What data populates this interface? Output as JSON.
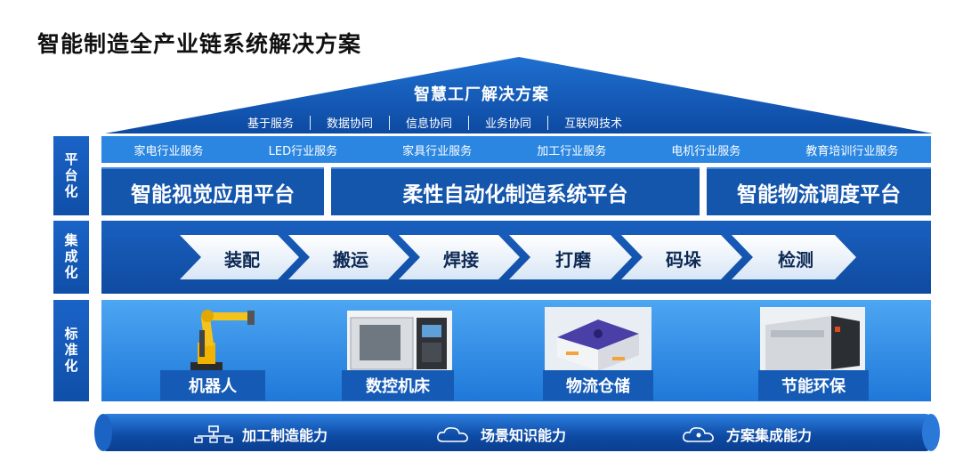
{
  "title": "智能制造全产业链系统解决方案",
  "roof": {
    "title": "智慧工厂解决方案",
    "items": [
      "基于服务",
      "数据协同",
      "信息协同",
      "业务协同",
      "互联网技术"
    ]
  },
  "side_labels": [
    "平台化",
    "集成化",
    "标准化"
  ],
  "industries": [
    "家电行业服务",
    "LED行业服务",
    "家具行业服务",
    "加工行业服务",
    "电机行业服务",
    "教育培训行业服务"
  ],
  "platforms": [
    "智能视觉应用平台",
    "柔性自动化制造系统平台",
    "智能物流调度平台"
  ],
  "process_steps": [
    "装配",
    "搬运",
    "焊接",
    "打磨",
    "码垛",
    "检测"
  ],
  "products": [
    "机器人",
    "数控机床",
    "物流仓储",
    "节能环保"
  ],
  "capabilities": [
    "加工制造能力",
    "场景知识能力",
    "方案集成能力"
  ],
  "colors": {
    "primary": "#1556ad",
    "light": "#2a86e0",
    "accent": "#ffffff"
  }
}
